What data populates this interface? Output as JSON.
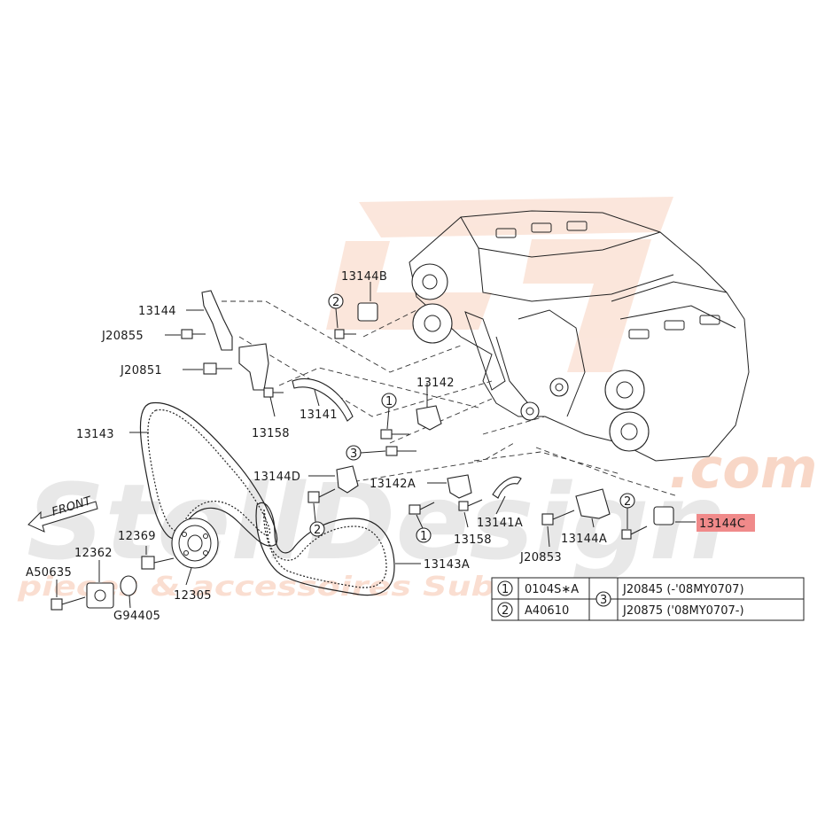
{
  "watermark": {
    "brand_main": "StellDesign",
    "brand_tld": ".com",
    "tagline": "pieces & accessoires Subaru",
    "brand_color": "#f4b89a",
    "grey_color": "#d9d9d9"
  },
  "front_indicator": {
    "label": "FRONT"
  },
  "highlight_color": "#f08a8a",
  "parts": {
    "p13144": "13144",
    "p13144b": "13144B",
    "pJ20855": "J20855",
    "pJ20851": "J20851",
    "p13142": "13142",
    "p13141": "13141",
    "p13158a": "13158",
    "p13143": "13143",
    "p13144d": "13144D",
    "p13142a": "13142A",
    "p13141a": "13141A",
    "p13158b": "13158",
    "p13144a": "13144A",
    "pJ20853": "J20853",
    "p13144c": "13144C",
    "p12369": "12369",
    "p12362": "12362",
    "pA50635": "A50635",
    "p12305": "12305",
    "pG94405": "G94405",
    "p13143a": "13143A"
  },
  "callouts": {
    "c1": "1",
    "c2": "2",
    "c3": "3"
  },
  "legend": {
    "r1_num": "1",
    "r1_part": "0104S∗A",
    "r2_num": "2",
    "r2_part": "A40610",
    "r3_num": "3",
    "r3_a": "J20845 (-'08MY0707)",
    "r3_b": "J20875 ('08MY0707-)"
  }
}
